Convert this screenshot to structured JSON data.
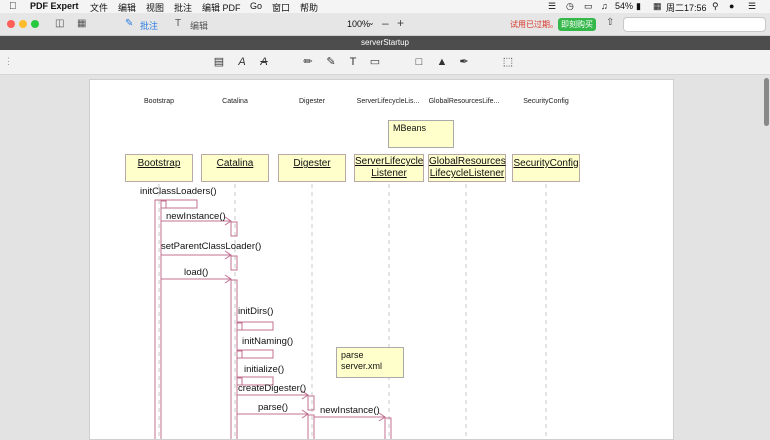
{
  "menubar": {
    "items": [
      "PDF Expert",
      "文件",
      "编辑",
      "视图",
      "批注",
      "编辑 PDF",
      "Go",
      "窗口",
      "帮助"
    ],
    "battery": "54%",
    "clock": "周二17:56"
  },
  "toolbar": {
    "annotate_label": "批注",
    "edit_label": "编辑",
    "zoom": "100%",
    "trial_text": "试用已过期。",
    "buy_label": "即刻购买",
    "search_placeholder": ""
  },
  "document": {
    "title": "serverStartup"
  },
  "diagram": {
    "headers": [
      "Bootstrap",
      "Catalina",
      "Digester",
      "ServerLifecycleLis...",
      "GlobalResourcesLife...",
      "SecurityConfig"
    ],
    "boxes": [
      {
        "label": "Bootstrap"
      },
      {
        "label": "Catalina"
      },
      {
        "label": "Digester"
      },
      {
        "label": "ServerLifecycle\nListener"
      },
      {
        "label": "GlobalResources\nLifecycleListener"
      },
      {
        "label": "SecurityConfig"
      }
    ],
    "mbeans_note": "MBeans",
    "parse_note": "parse\nserver.xml",
    "messages": [
      "initClassLoaders()",
      "newInstance()",
      "setParentClassLoader()",
      "load()",
      "initDirs()",
      "initNaming()",
      "initialize()",
      "createDigester()",
      "parse()",
      "newInstance()"
    ]
  },
  "colors": {
    "accent": "#2a7de1",
    "buy": "#35b84a",
    "trial": "#d9352b",
    "lifeline": "#b07090"
  }
}
